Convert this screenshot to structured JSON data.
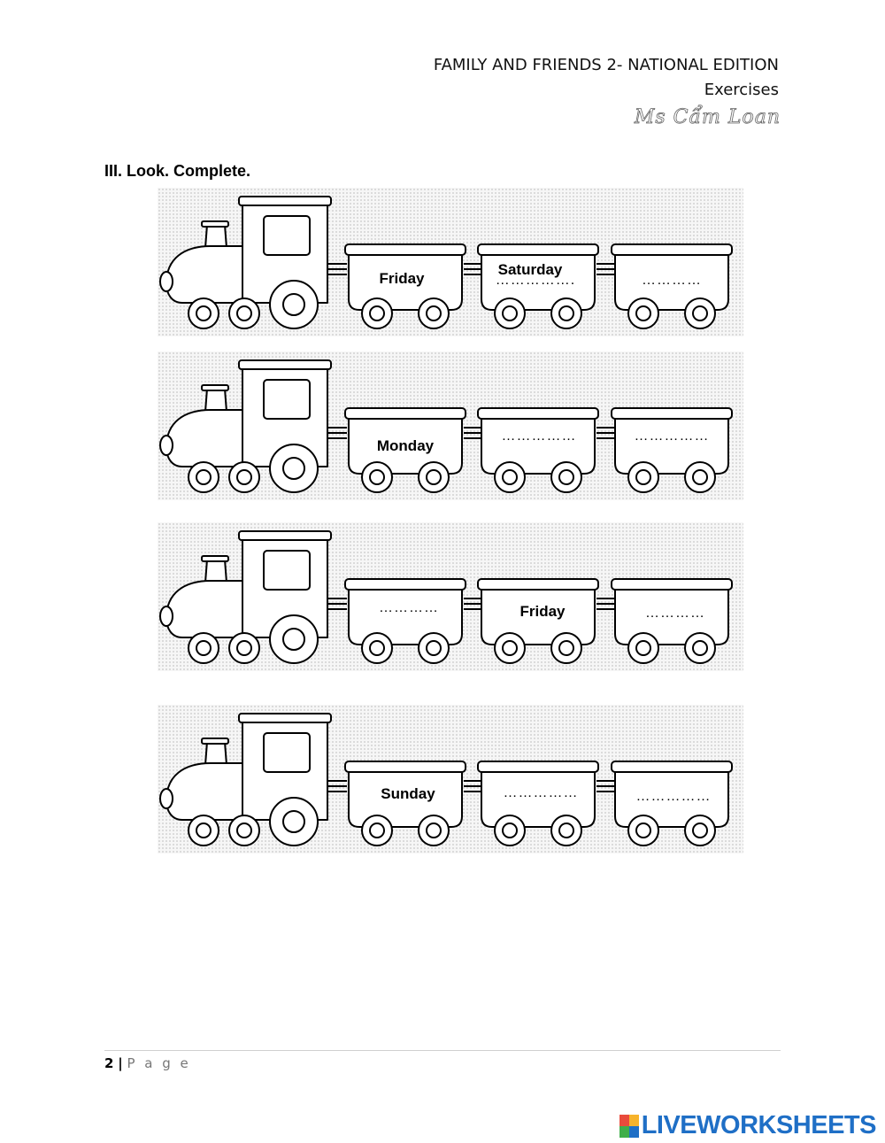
{
  "header": {
    "line1": "FAMILY AND FRIENDS 2- NATIONAL EDITION",
    "line2": "Exercises",
    "signature": "Ms Cẩm Loan"
  },
  "exercise": {
    "title": "III. Look. Complete.",
    "trains": [
      {
        "wagons": [
          {
            "text": "Friday",
            "blank": ""
          },
          {
            "text": "Saturday",
            "blank": "……………."
          },
          {
            "text": "",
            "blank": "…………"
          }
        ]
      },
      {
        "wagons": [
          {
            "text": "Monday",
            "blank": ""
          },
          {
            "text": "",
            "blank": "……………"
          },
          {
            "text": "",
            "blank": "……………"
          }
        ]
      },
      {
        "wagons": [
          {
            "text": "",
            "blank": "…………"
          },
          {
            "text": "Friday",
            "blank": ""
          },
          {
            "text": "",
            "blank": "…………"
          }
        ]
      },
      {
        "wagons": [
          {
            "text": "Sunday",
            "blank": ""
          },
          {
            "text": "",
            "blank": "……………"
          },
          {
            "text": "",
            "blank": "……………"
          }
        ]
      }
    ]
  },
  "footer": {
    "page_number": "2",
    "separator": "|",
    "page_word": "P a g e"
  },
  "brand": {
    "name": "LIVEWORKSHEETS",
    "color": "#1f6fc6"
  }
}
